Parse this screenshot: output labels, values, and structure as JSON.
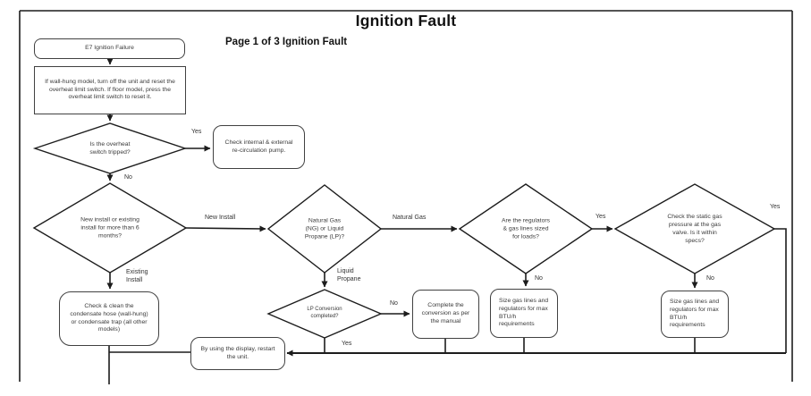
{
  "page": {
    "title": "Ignition Fault",
    "subtitle": "Page 1 of 3 Ignition Fault"
  },
  "nodes": {
    "start": "E7 Ignition Failure",
    "reset_instructions": "If wall-hung model, turn off the unit and reset the overheat limit switch. If floor model, press the overheat limit switch to reset it.",
    "overheat_question": "Is the overheat switch tripped?",
    "pump_check": "Check internal & external re-circulation pump.",
    "install_question": "New install or existing install for more than 6 months?",
    "gas_type_question": "Natural Gas (NG) or Liquid Propane (LP)?",
    "condensate": "Check & clean the condensate hose (wall-hung) or condensate trap (all other models)",
    "lp_conversion_question": "LP Conversion completed?",
    "complete_conversion": "Complete the conversion as per the manual",
    "regulators_question": "Are the regulators & gas lines sized for loads?",
    "size_gas_lines_1": "Size gas lines and regulators for max BTU/h requirements",
    "static_pressure_question": "Check the static gas pressure at the gas valve. Is it within specs?",
    "size_gas_lines_2": "Size gas lines and regulators for max BTU/h requirements",
    "restart": "By using the display, restart the unit."
  },
  "edge_labels": {
    "overheat_yes": "Yes",
    "overheat_no": "No",
    "new_install": "New Install",
    "existing_install": "Existing Install",
    "natural_gas": "Natural Gas",
    "liquid_propane": "Liquid Propane",
    "lp_no": "No",
    "lp_yes": "Yes",
    "regulators_yes": "Yes",
    "regulators_no": "No",
    "static_yes": "Yes",
    "static_no": "No"
  },
  "colors": {
    "line": "#1c1c1c",
    "box_border": "#414141",
    "text": "#3a3a3a",
    "title": "#111111",
    "background": "#ffffff"
  }
}
